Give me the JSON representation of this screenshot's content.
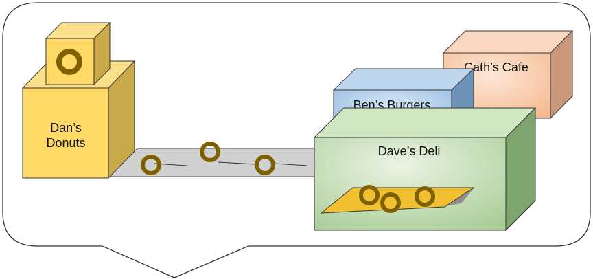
{
  "labels": {
    "donuts_line1": "Dan’s",
    "donuts_line2": "Donuts",
    "cafe": "Cath’s Cafe",
    "burgers": "Ben’s Burgers",
    "deli": "Dave’s Deli"
  },
  "colors": {
    "outline": "#333333",
    "donut_shop": "#FFD966",
    "cafe": "#F8CBAD",
    "burgers": "#9DC3E6",
    "deli": "#B7D7A8",
    "belt": "#D0D0D0",
    "donut": "#7F6000",
    "tray": "#F0C030"
  }
}
